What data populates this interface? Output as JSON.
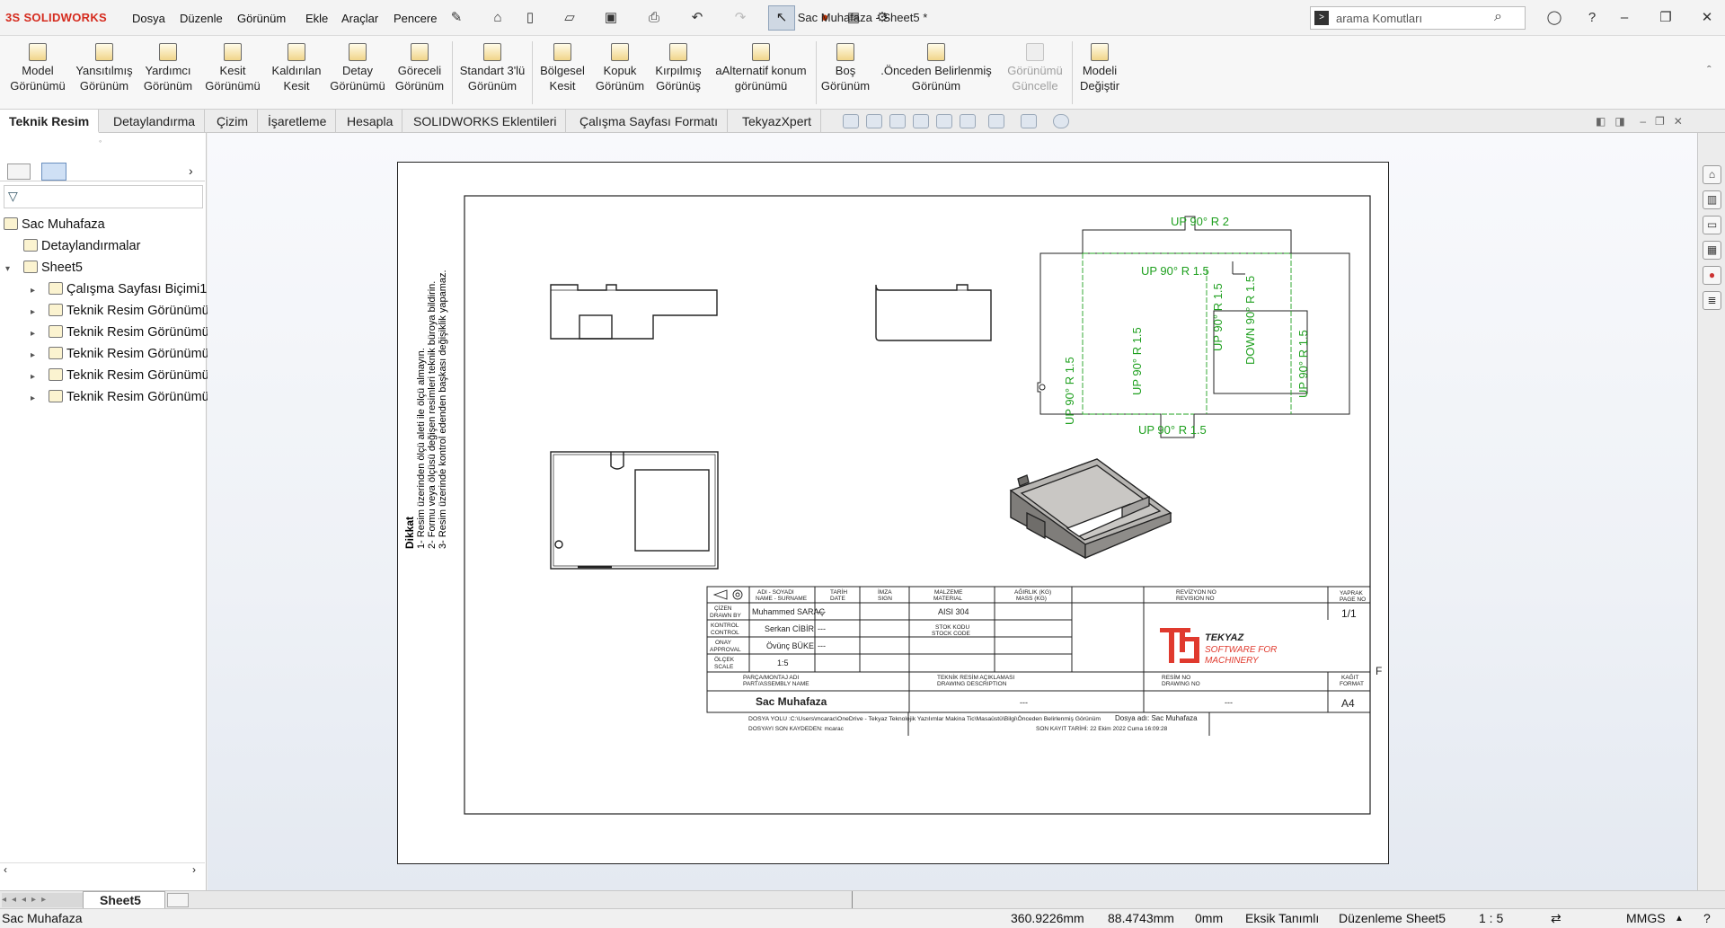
{
  "app": {
    "brand_prefix": "3S",
    "brand_name": "SOLIDWORKS",
    "document_title": "Sac Muhafaza - Sheet5 *"
  },
  "menus": [
    "Dosya",
    "Düzenle",
    "Görünüm",
    "Ekle",
    "Araçlar",
    "Pencere"
  ],
  "search": {
    "placeholder": "arama Komutları"
  },
  "commands": [
    {
      "line1": "Model",
      "line2": "Görünümü"
    },
    {
      "line1": "Yansıtılmış",
      "line2": "Görünüm"
    },
    {
      "line1": "Yardımcı",
      "line2": "Görünüm"
    },
    {
      "line1": "Kesit",
      "line2": "Görünümü"
    },
    {
      "line1": "Kaldırılan",
      "line2": "Kesit"
    },
    {
      "line1": "Detay",
      "line2": "Görünümü"
    },
    {
      "line1": "Göreceli",
      "line2": "Görünüm"
    },
    {
      "line1": "Standart 3'lü",
      "line2": "Görünüm"
    },
    {
      "line1": "Bölgesel",
      "line2": "Kesit"
    },
    {
      "line1": "Kopuk",
      "line2": "Görünüm"
    },
    {
      "line1": "Kırpılmış",
      "line2": "Görünüş"
    },
    {
      "line1": "aAlternatif konum",
      "line2": "görünümü"
    },
    {
      "line1": "Boş",
      "line2": "Görünüm"
    },
    {
      "line1": ".Önceden Belirlenmiş",
      "line2": "Görünüm"
    },
    {
      "line1": "Görünümü",
      "line2": "Güncelle"
    },
    {
      "line1": "Modeli",
      "line2": "Değiştir"
    }
  ],
  "tabs": [
    "Teknik Resim",
    "Detaylandırma",
    "Çizim",
    "İşaretleme",
    "Hesapla",
    "SOLIDWORKS Eklentileri",
    "Çalışma Sayfası Formatı",
    "TekyazXpert"
  ],
  "tree": {
    "root": "Sac Muhafaza",
    "items": [
      {
        "label": "Detaylandırmalar",
        "indent": 1
      },
      {
        "label": "Sheet5",
        "indent": 1
      },
      {
        "label": "Çalışma Sayfası Biçimi1",
        "indent": 2
      },
      {
        "label": "Teknik Resim Görünümü1",
        "indent": 2
      },
      {
        "label": "Teknik Resim Görünümü2",
        "indent": 2
      },
      {
        "label": "Teknik Resim Görünümü3",
        "indent": 2
      },
      {
        "label": "Teknik Resim Görünümü4",
        "indent": 2
      },
      {
        "label": "Teknik Resim Görünümü5",
        "indent": 2
      }
    ]
  },
  "drawing": {
    "notes": {
      "title": "Dikkat",
      "line1": "1- Resim üzerinden ölçü aleti ile ölçü almayın.",
      "line2": "2- Formu veya ölçüsü değişen resimleri teknik büroya bildirin.",
      "line3": "3- Resim üzerinde kontrol edenden başkası değişiklik yapamaz."
    },
    "bend_notes": [
      "UP 90° R 2",
      "UP 90° R 1.5",
      "UP 90° R 1.5",
      "DOWN 90° R 1.5",
      "UP 90° R 1.5",
      "UP 90° R 1.5",
      "UP 90° R 1.5",
      "UP 90° R 1.5"
    ],
    "title_block": {
      "h_name": "ADI - SOYADI",
      "h_name_en": "NAME - SURNAME",
      "h_date": "TARİH",
      "h_date_en": "DATE",
      "h_sign": "İMZA",
      "h_sign_en": "SIGN",
      "h_material": "MALZEME",
      "h_material_en": "MATERIAL",
      "h_mass": "AĞIRLIK (KG)",
      "h_mass_en": "MASS (KG)",
      "h_rev": "REVİZYON NO",
      "h_rev_en": "REVISION NO",
      "h_page": "YAPRAK",
      "h_page_en": "PAGE NO",
      "r_drawn": "ÇİZEN",
      "r_drawn_en": "DRAWN BY",
      "r_check": "KONTROL",
      "r_check_en": "CONTROL",
      "r_appr": "ONAY",
      "r_appr_en": "APPROVAL",
      "r_scale": "ÖLÇEK",
      "r_scale_en": "SCALE",
      "drawn_by": "Muhammed SARAÇ",
      "checked_by": "Serkan CİBİR",
      "approved_by": "Övünç BÜKE",
      "scale": "1:5",
      "dash": "---",
      "material": "AISI 304",
      "stock_code": "STOK KODU",
      "stock_code_en": "STOCK CODE",
      "page": "1/1",
      "logo_name": "TEKYAZ",
      "logo_tag1": "SOFTWARE FOR",
      "logo_tag2": "MACHINERY",
      "part_label": "PARÇA/MONTAJ ADI",
      "part_label_en": "PART/ASSEMBLY NAME",
      "desc_label": "TEKNİK RESİM AÇIKLAMASI",
      "desc_label_en": "DRAWING DESCRIPTION",
      "dwg_no_label": "RESİM NO",
      "dwg_no_label_en": "DRAWING NO",
      "format_label": "KAĞIT",
      "format_label_en": "FORMAT",
      "part_name": "Sac Muhafaza",
      "description": "---",
      "drawing_no": "---",
      "format": "A4",
      "zone": "F"
    },
    "footer": {
      "path": "DOSYA YOLU :C:\\Users\\mcarac\\OneDrive - Tekyaz Teknolojik Yazılımlar Makina Tic\\Masaüstü\\Bilgi\\Önceden Belirlenmiş Görünüm",
      "file_name": "Dosya adı: Sac Muhafaza",
      "last_saved_by": "DOSYAYI SON KAYDEDEN: mcarac",
      "last_saved_date": "SON KAYIT TARİHİ: 22 Ekim 2022 Cuma 16:09:28"
    }
  },
  "sheet_tab": "Sheet5",
  "status": {
    "name": "Sac Muhafaza",
    "x": "360.9226mm",
    "y": "88.4743mm",
    "z": "0mm",
    "defined": "Eksik Tanımlı",
    "editing": "Düzenleme Sheet5",
    "scale": "1 : 5",
    "units": "MMGS"
  },
  "colors": {
    "brand": "#d52b1e",
    "bend_note": "#1fa01f",
    "logo_red": "#e03a2e"
  }
}
